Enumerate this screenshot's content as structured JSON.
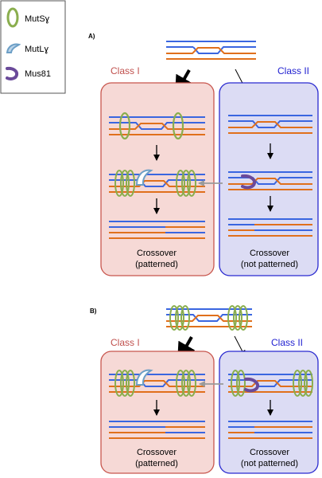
{
  "legend": {
    "items": [
      {
        "label": "MutSɣ",
        "icon": "green-ring-icon"
      },
      {
        "label": "MutLɣ",
        "icon": "blue-clamp-icon"
      },
      {
        "label": "Mus81",
        "icon": "purple-hook-icon"
      }
    ]
  },
  "panel_a": {
    "label": "A)",
    "class_one": {
      "title": "Class I",
      "outcome": "Crossover",
      "note": "(patterned)"
    },
    "class_two": {
      "title": "Class II",
      "outcome": "Crossover",
      "note": "(not patterned)"
    }
  },
  "panel_b": {
    "label": "B)",
    "class_one": {
      "title": "Class I",
      "outcome": "Crossover",
      "note": "(patterned)"
    },
    "class_two": {
      "title": "Class II",
      "outcome": "Crossover",
      "note": "(not patterned)"
    }
  },
  "colors": {
    "blue_strand": "#3a66e0",
    "orange_strand": "#e0701c",
    "muts_green": "#8aae4e",
    "mutl_blue": "#6c9fc6",
    "mus81_purple": "#6a4a9a",
    "class_one_fill": "#f6d9d6",
    "class_one_border": "#c8564e",
    "class_one_title": "#c0504d",
    "class_two_fill": "#dcdcf4",
    "class_two_border": "#2a2ad0",
    "class_two_title": "#1f1fd0"
  }
}
